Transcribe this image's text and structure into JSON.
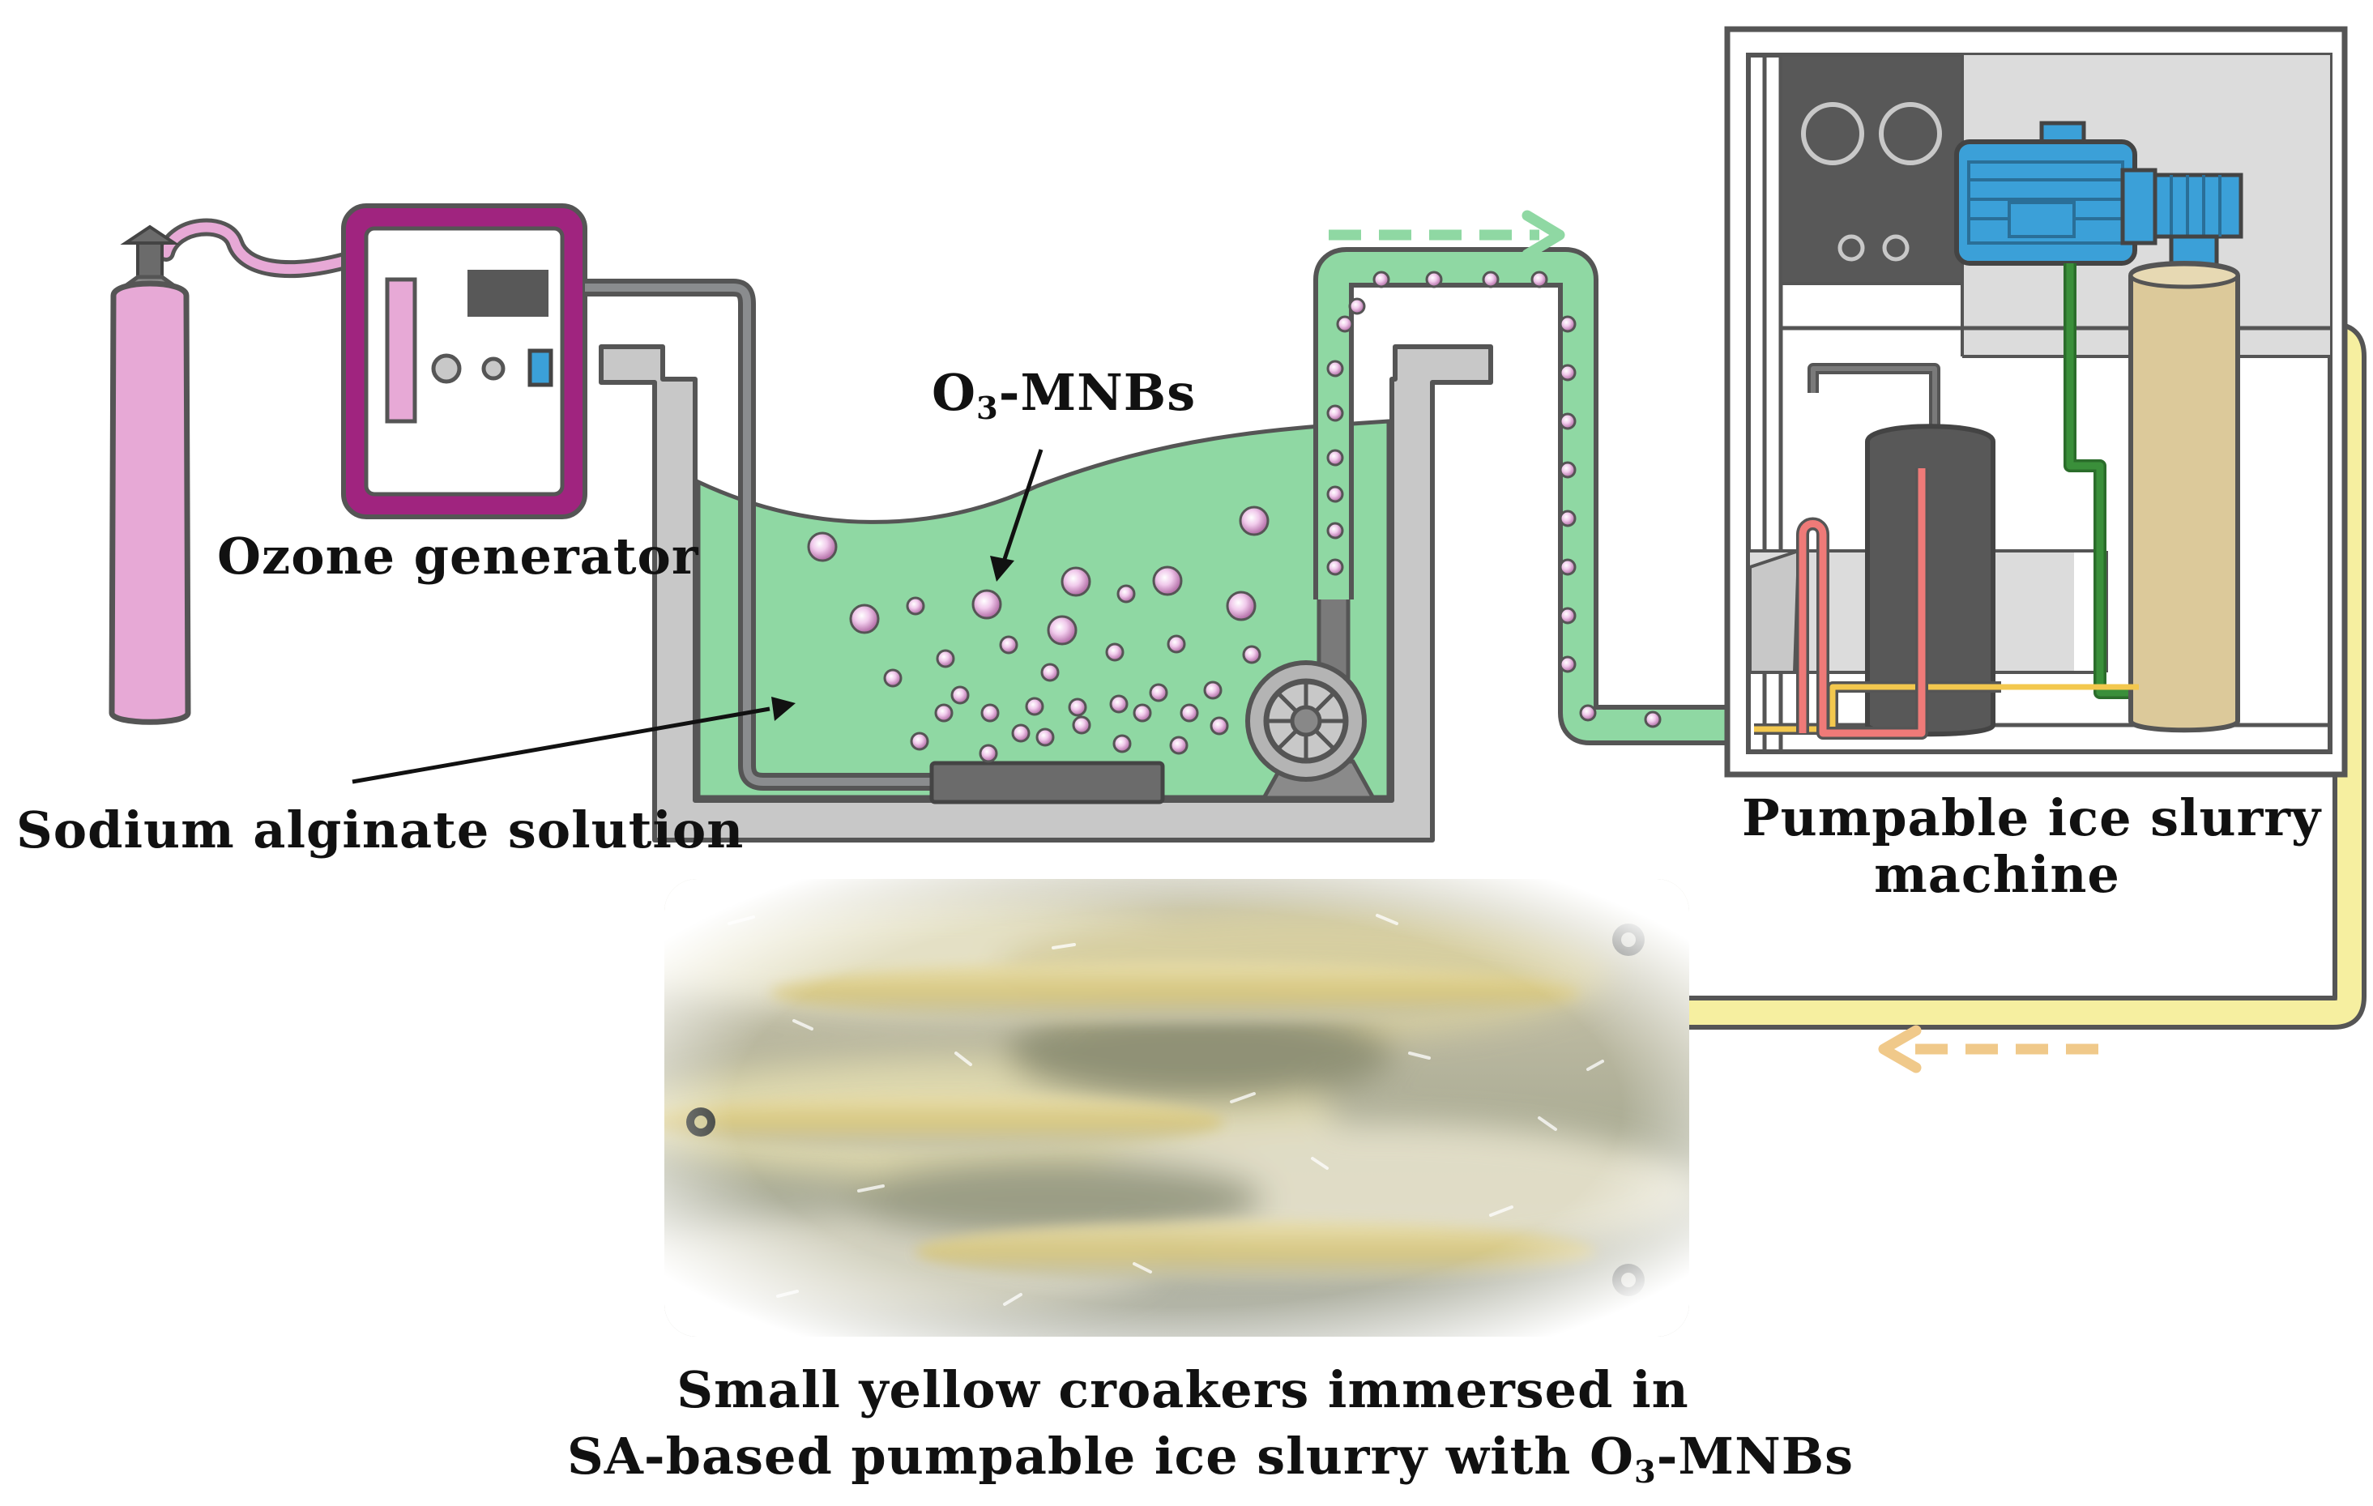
{
  "labels": {
    "ozone_generator": "Ozone generator",
    "sodium_alginate": "Sodium alginate solution",
    "o3_mnbs_main": "O",
    "o3_mnbs_sub": "3",
    "o3_mnbs_rest": "-MNBs",
    "machine_line1": "Pumpable ice slurry",
    "machine_line2": "machine",
    "caption_line1": "Small yellow croakers immersed in",
    "caption_line2_pre": "SA-based pumpable ice slurry with O",
    "caption_line2_sub": "3",
    "caption_line2_post": "-MNBs"
  },
  "colors": {
    "cylinder": "#e7a9d6",
    "generator_frame": "#a0247f",
    "solution": "#8fd8a3",
    "tank": "#c8c8c8",
    "pipe_dark": "#55585b",
    "bubble": "#e9b6e3",
    "motor_blue": "#3ba0d8",
    "tube_beige": "#dcc99a",
    "return_pipe": "#f6efa0",
    "arrow_green": "#8fd8a3",
    "arrow_yellow": "#f0c98a",
    "red_pipe": "#ef7a78",
    "green_pipe": "#3a8f3a"
  },
  "icons": {
    "flow_arrow_out": "dashed-right-arrow-icon",
    "flow_arrow_return": "dashed-left-arrow-icon"
  }
}
